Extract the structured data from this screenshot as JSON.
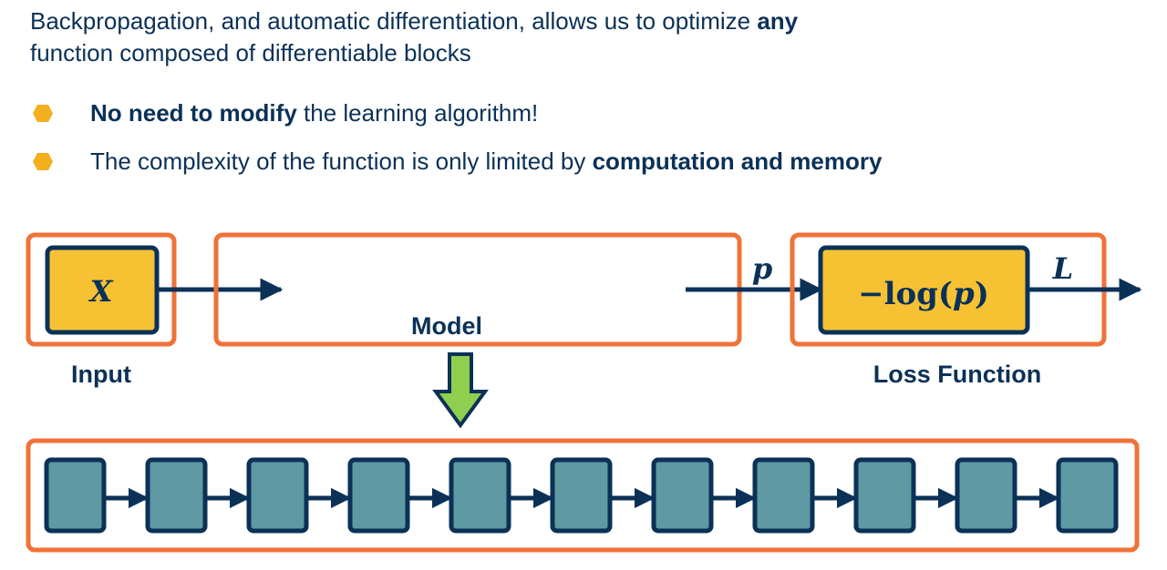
{
  "intro": {
    "text_before": "Backpropagation, and automatic differentiation, allows us to optimize ",
    "bold": "any",
    "text_after": " function composed of differentiable blocks"
  },
  "bullets": [
    {
      "bold": "No need to modify",
      "text": " the learning algorithm!",
      "bold_first": true
    },
    {
      "text": "The complexity of the function is only limited by ",
      "bold": "computation and memory",
      "bold_first": false
    }
  ],
  "diagram": {
    "input": {
      "symbol": "X",
      "label": "Input"
    },
    "model": {
      "label": "Model"
    },
    "output_symbol": "p",
    "loss": {
      "formula": "−log(p)",
      "formula_prefix": "−log(",
      "formula_var": "p",
      "formula_suffix": ")",
      "label": "Loss Function",
      "output_symbol": "L"
    },
    "expanded_model": {
      "block_count": 11
    }
  },
  "colors": {
    "text": "#0b3157",
    "orange_border": "#f07238",
    "yellow_fill": "#f6c234",
    "block_fill": "#5e99a4",
    "block_border": "#0b3157",
    "green_arrow": "#8fce4f",
    "bullet": "#f2b01e"
  }
}
